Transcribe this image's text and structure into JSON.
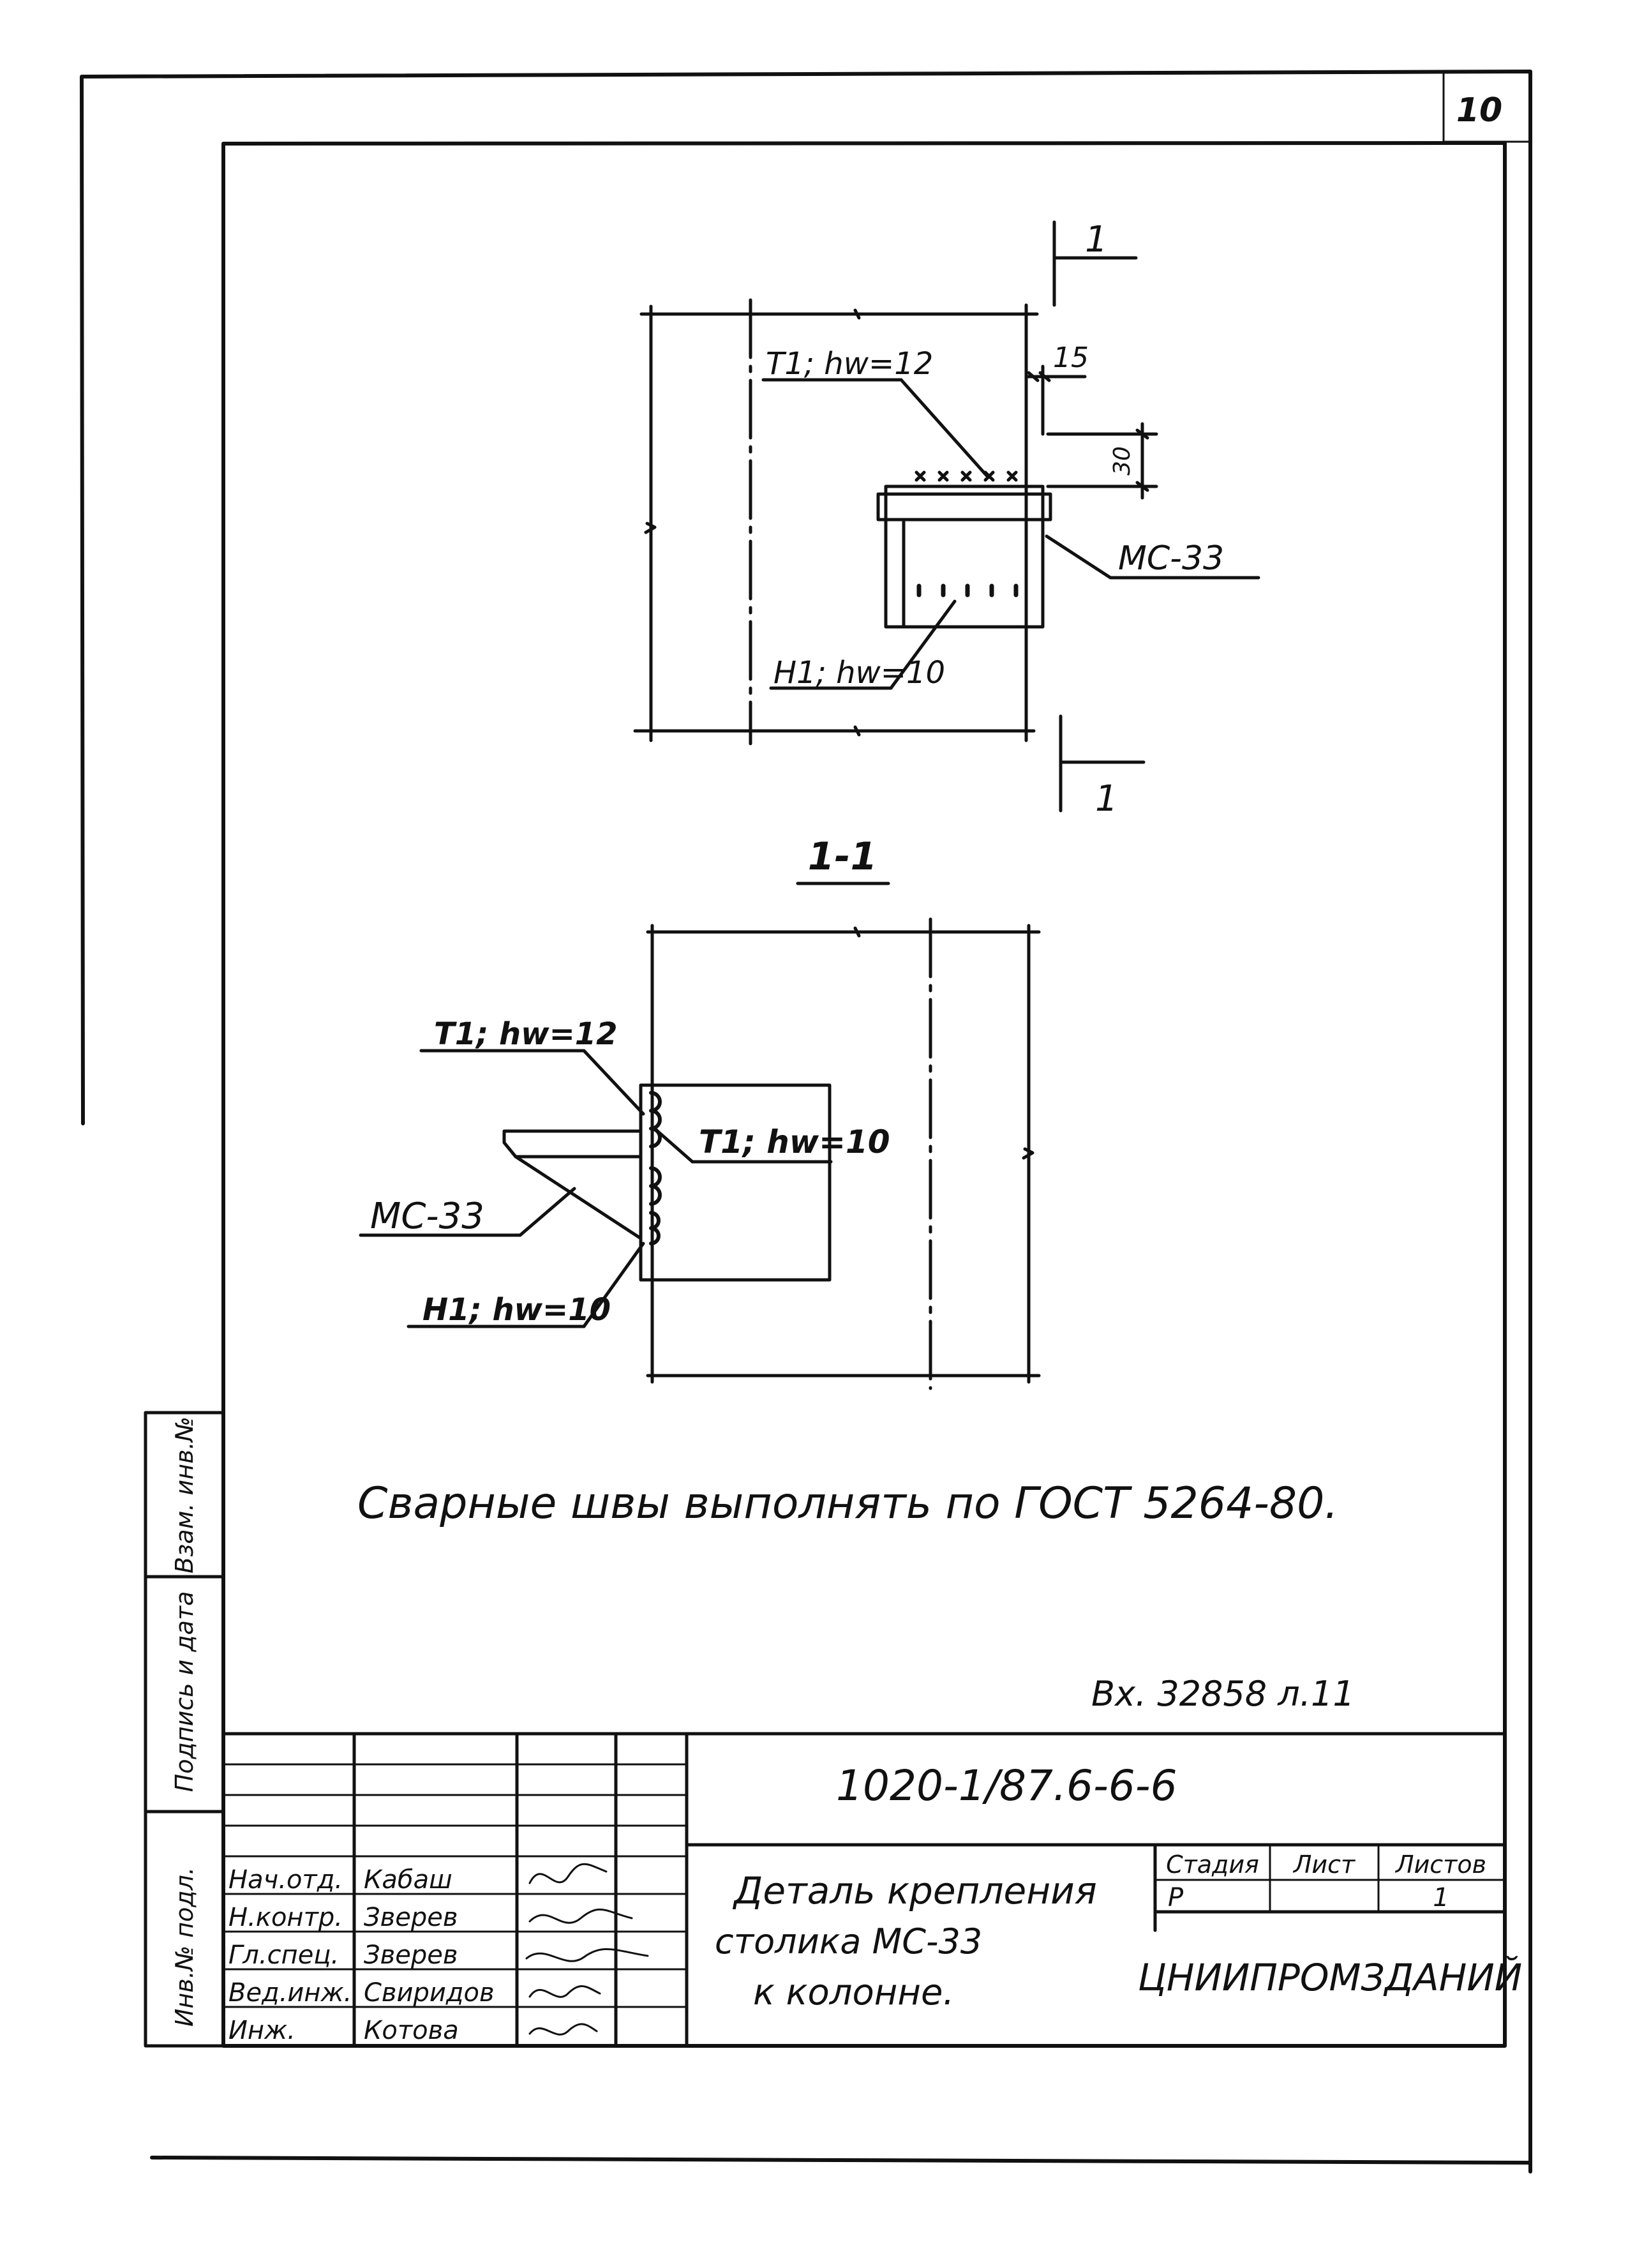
{
  "sheet": {
    "page_number": "10",
    "section_top_label": "1",
    "section_bottom_label": "1",
    "section_title": "1-1"
  },
  "plan": {
    "weld_top": "T1; hw=12",
    "weld_bottom": "H1; hw=10",
    "dim_15": "15",
    "dim_30": "30",
    "part_label": "MC-33"
  },
  "section": {
    "weld_top": "T1; hw=12",
    "weld_mid": "T1; hw=10",
    "weld_bottom": "H1; hw=10",
    "part_label": "MC-33"
  },
  "note": "Сварные швы выполнять по ГОСТ 5264-80.",
  "stamp_ref": "Вх. 32858 л.11",
  "side_strip": [
    "Инв.№ подл.",
    "Подпись и дата",
    "Взам. инв.№"
  ],
  "title_block": {
    "document_code": "1020-1/87.6-6-6",
    "title_line1": "Деталь крепления",
    "title_line2": "столика МС-33",
    "title_line3": "к колонне.",
    "headers": {
      "stage": "Стадия",
      "sheet": "Лист",
      "sheets": "Листов"
    },
    "values": {
      "stage": "Р",
      "sheet": "",
      "sheets": "1"
    },
    "organization": "ЦНИИПРОМЗДАНИЙ",
    "signatures": [
      {
        "role": "Нач.отд.",
        "name": "Кабаш"
      },
      {
        "role": "Н.контр.",
        "name": "Зверев"
      },
      {
        "role": "Гл.спец.",
        "name": "Зверев"
      },
      {
        "role": "Вед.инж.",
        "name": "Свиридов"
      },
      {
        "role": "Инж.",
        "name": "Котова"
      }
    ]
  }
}
